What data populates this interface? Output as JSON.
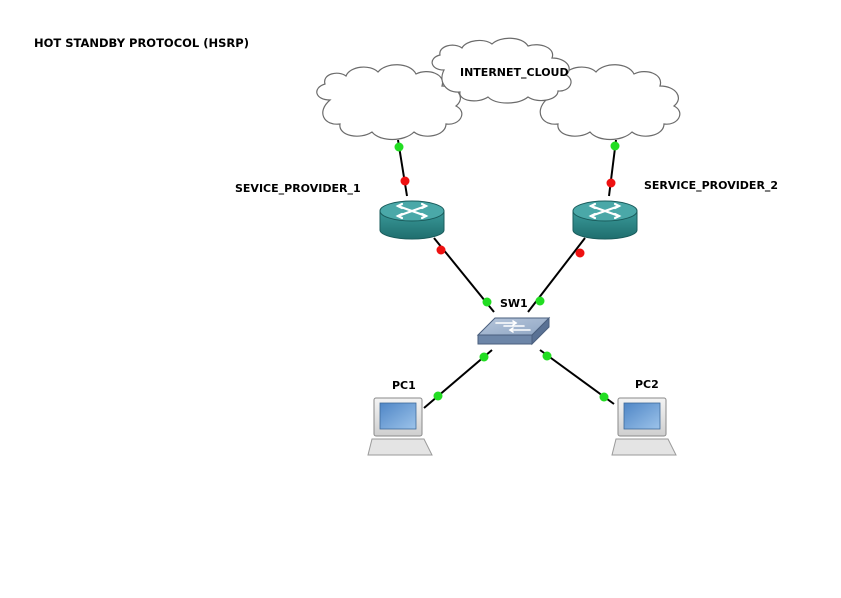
{
  "diagram": {
    "title": "HOT STANDBY PROTOCOL (HSRP)",
    "nodes": {
      "internet_cloud": {
        "label": "INTERNET_CLOUD",
        "icon": "cloud-icon"
      },
      "service_provider_1": {
        "label": "SEVICE_PROVIDER_1",
        "icon": "router-icon"
      },
      "service_provider_2": {
        "label": "SERVICE_PROVIDER_2",
        "icon": "router-icon"
      },
      "sw1": {
        "label": "SW1",
        "icon": "switch-icon"
      },
      "pc1": {
        "label": "PC1",
        "icon": "computer-icon"
      },
      "pc2": {
        "label": "PC2",
        "icon": "computer-icon"
      }
    },
    "links": [
      {
        "from": "internet_cloud",
        "to": "service_provider_1",
        "status_from": "up",
        "status_to": "down"
      },
      {
        "from": "internet_cloud",
        "to": "service_provider_2",
        "status_from": "up",
        "status_to": "down"
      },
      {
        "from": "service_provider_1",
        "to": "sw1",
        "status_from": "down",
        "status_to": "up"
      },
      {
        "from": "service_provider_2",
        "to": "sw1",
        "status_from": "down",
        "status_to": "up"
      },
      {
        "from": "sw1",
        "to": "pc1",
        "status_from": "up",
        "status_to": "up"
      },
      {
        "from": "sw1",
        "to": "pc2",
        "status_from": "up",
        "status_to": "up"
      }
    ],
    "colors": {
      "up": "#22dd22",
      "down": "#ee1111",
      "router": "#2d8b8b",
      "switch": "#7f98b8"
    }
  }
}
